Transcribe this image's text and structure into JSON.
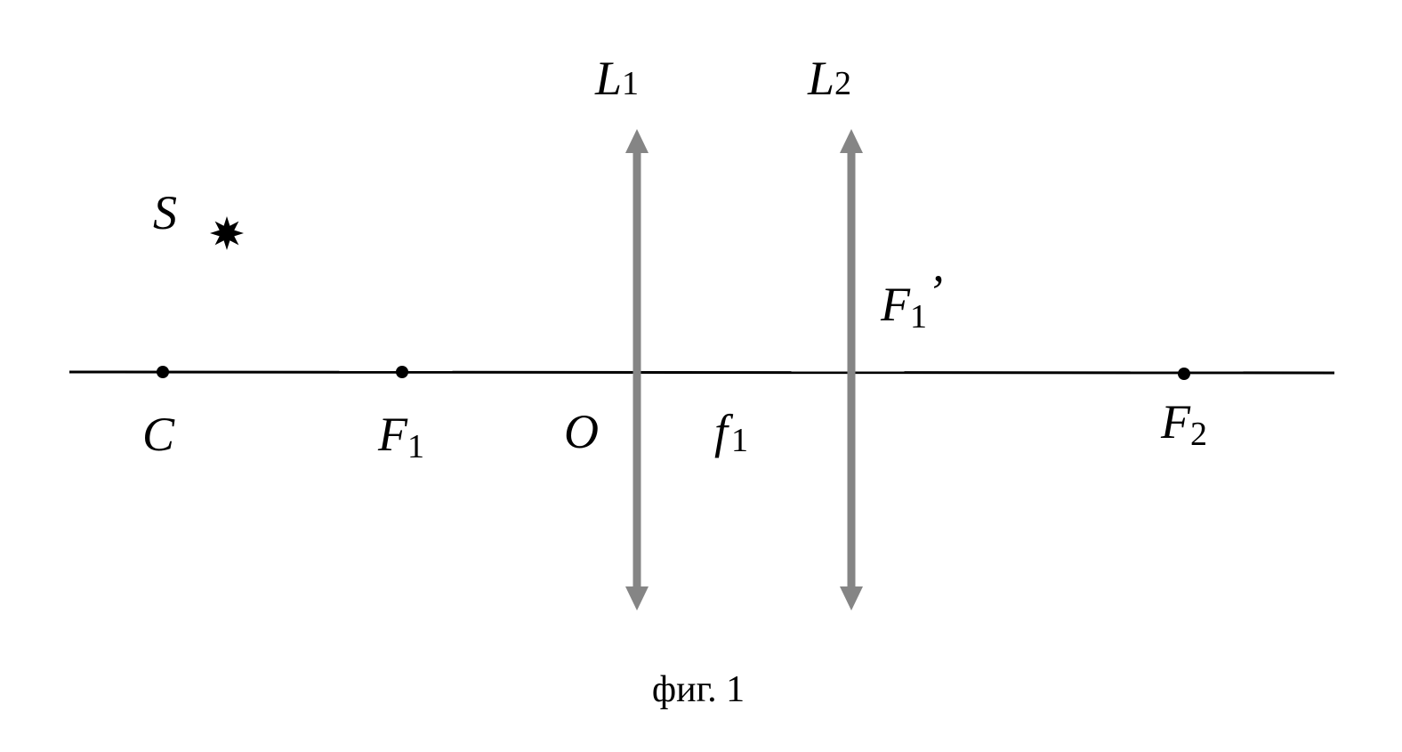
{
  "labels": {
    "L1": {
      "main": "L",
      "sub": "1"
    },
    "L2": {
      "main": "L",
      "sub": "2"
    },
    "S": "S",
    "F1_prime": {
      "main": "F",
      "sub": "1",
      "suffix": "’"
    },
    "C": "C",
    "F1": {
      "main": "F",
      "sub": "1"
    },
    "O": "O",
    "f1": {
      "main": "f",
      "sub": "1"
    },
    "F2": {
      "main": "F",
      "sub": "2"
    }
  },
  "caption": "фиг. 1",
  "colors": {
    "axis": "#000000",
    "lens": "#858585",
    "point": "#000000",
    "source": "#000000"
  },
  "icons": {
    "source": "star-icon"
  }
}
